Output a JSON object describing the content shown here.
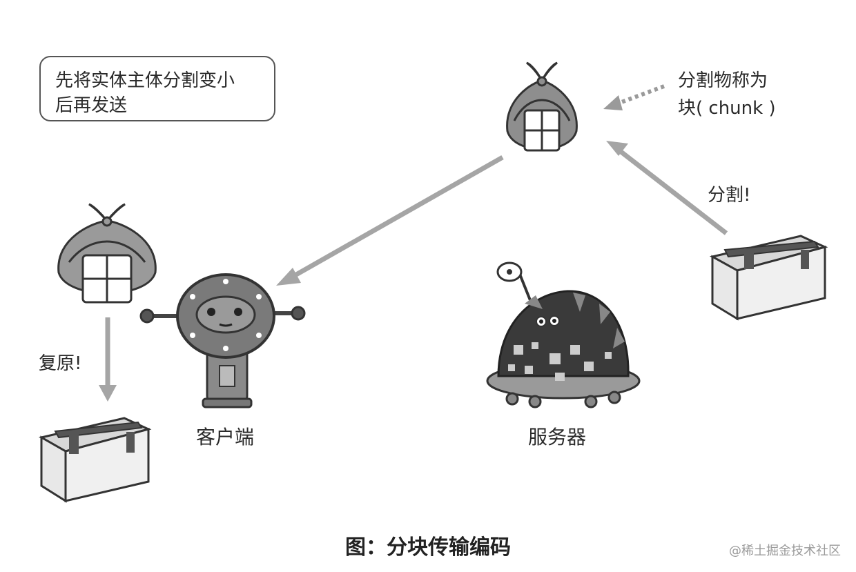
{
  "note": {
    "line1": "先将实体主体分割变小",
    "line2": "后再发送"
  },
  "labels": {
    "chunk_line1": "分割物称为",
    "chunk_line2": "块( chunk )",
    "split": "分割!",
    "restore": "复原!",
    "client": "客户端",
    "server": "服务器"
  },
  "caption": "图：分块传输编码",
  "watermark": "@稀土掘金技术社区"
}
